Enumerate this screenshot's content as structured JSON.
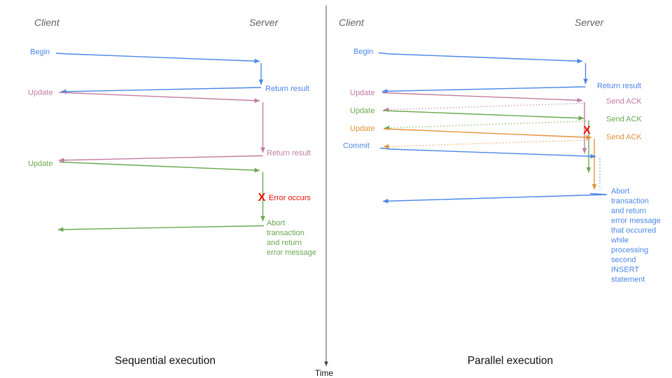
{
  "palette": {
    "blue": "#4a86e8",
    "blue_light": "#8eb4e3",
    "pink": "#c27ba0",
    "pink_light": "#dcadc8",
    "green": "#6aa84f",
    "green_light": "#a5cf8d",
    "orange": "#e69138",
    "orange_light": "#f3c08b",
    "red": "#ee1100",
    "axis": "#444444",
    "header": "#5f6368",
    "caption": "#111111"
  },
  "left": {
    "caption": "Sequential execution",
    "client": "Client",
    "server": "Server",
    "begin": "Begin",
    "return_result_1": "Return result",
    "update_1": "Update",
    "return_result_2": "Return result",
    "update_2": "Update",
    "error_mark": "X",
    "error_label": "Error occurs",
    "abort_lines": [
      "Abort",
      "transaction",
      "and return",
      "error message"
    ]
  },
  "right": {
    "caption": "Parallel execution",
    "client": "Client",
    "server": "Server",
    "begin": "Begin",
    "return_result": "Return result",
    "update_1": "Update",
    "ack_1": "Send ACK",
    "update_2": "Update",
    "ack_2": "Send ACK",
    "update_3": "Update",
    "ack_3": "Send ACK",
    "commit": "Commit",
    "error_mark": "X",
    "abort_lines": [
      "Abort",
      "transaction",
      "and return",
      "error message",
      "that occurred",
      "while",
      "processing",
      "second",
      "INSERT",
      "statement"
    ]
  },
  "time_axis": {
    "label": "Time"
  }
}
